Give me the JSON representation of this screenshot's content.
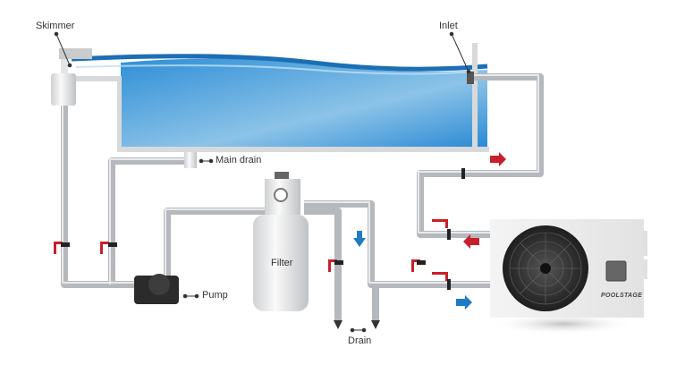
{
  "labels": {
    "skimmer": "Skimmer",
    "inlet": "Inlet",
    "main_drain": "Main drain",
    "filter": "Filter",
    "pump": "Pump",
    "drain": "Drain"
  },
  "heat_pump": {
    "brand": "POOLSTAGE"
  },
  "colors": {
    "water": "#3a9ad9",
    "flow_hot": "#c8202a",
    "flow_cold": "#1f7cc4",
    "pipe": "#b9bcc0"
  }
}
